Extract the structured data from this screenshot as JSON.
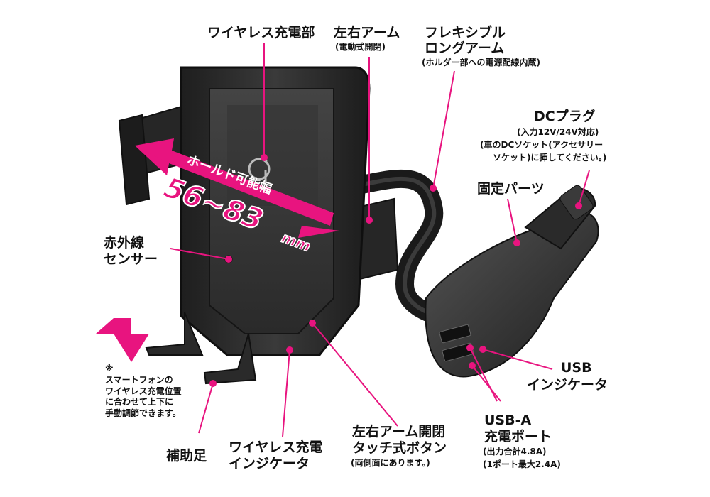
{
  "labels": {
    "wireless_charger": "ワイヤレス充電部",
    "lr_arm": "左右アーム",
    "lr_arm_sub": "(電動式開閉)",
    "flex_arm_1": "フレキシブル",
    "flex_arm_2": "ロングアーム",
    "flex_arm_sub": "(ホルダー部への電源配線内蔵)",
    "dc_plug": "DCプラグ",
    "dc_plug_sub1": "(入力12V/24V対応)",
    "dc_plug_sub2": "(車のDCソケット(アクセサリー",
    "dc_plug_sub3": "ソケット)に挿してください。)",
    "fixing_parts": "固定パーツ",
    "ir_sensor_1": "赤外線",
    "ir_sensor_2": "センサー",
    "usb_ind_1": "USB",
    "usb_ind_2": "インジケータ",
    "usba_1": "USB-A",
    "usba_2": "充電ポート",
    "usba_sub1": "(出力合計4.8A)",
    "usba_sub2": "(1ポート最大2.4A)",
    "touch_btn_1": "左右アーム開閉",
    "touch_btn_2": "タッチ式ボタン",
    "touch_btn_sub": "(両側面にあります。)",
    "wl_ind_1": "ワイヤレス充電",
    "wl_ind_2": "インジケータ",
    "aux_leg": "補助足",
    "note_mark": "※",
    "note_1": "スマートフォンの",
    "note_2": "ワイヤレス充電位置",
    "note_3": "に合わせて上下に",
    "note_4": "手動調節できます。",
    "hold_range": "ホールド可能幅",
    "range_value": "56~83",
    "range_unit": "mm"
  },
  "colors": {
    "accent": "#e8147f",
    "body": "#2c2c2c"
  }
}
